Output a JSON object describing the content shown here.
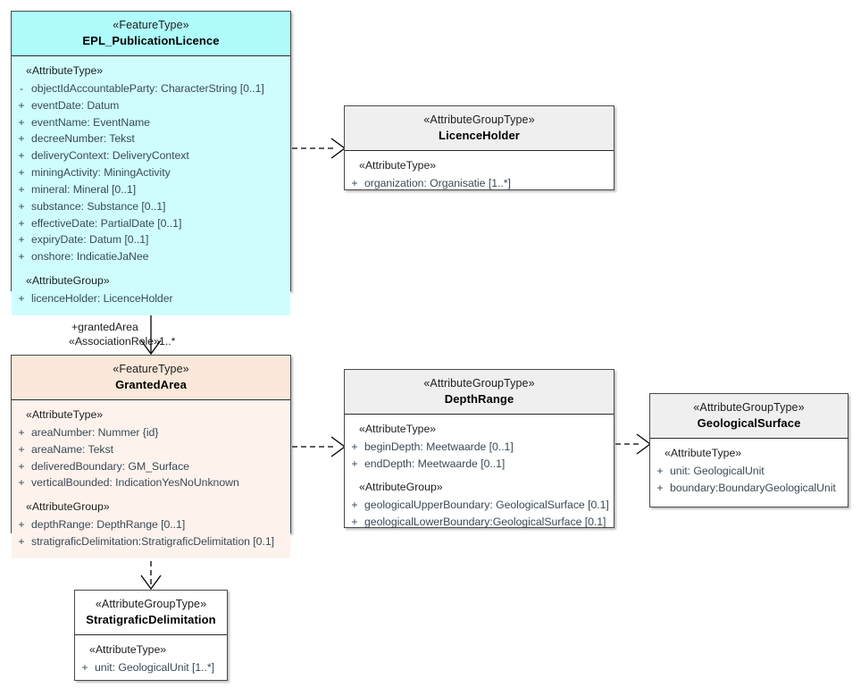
{
  "diagram": {
    "title": "EPL_PublicationLicence UML class diagram",
    "type": "uml-class-diagram",
    "colors": {
      "featuretype_licence_header": "#aefcfc",
      "featuretype_licence_body": "#cffdfd",
      "featuretype_area_header": "#fbe8da",
      "featuretype_area_body": "#fdf3ec",
      "attributegrouptype_header": "#efefef",
      "attributegrouptype_body": "#ffffff",
      "border": "#4a4a4a",
      "attribute_text": "#3a4a58"
    }
  },
  "classes": {
    "epl_publicationlicence": {
      "stereotype": "«FeatureType»",
      "name": "EPL_PublicationLicence",
      "groups": [
        {
          "label": "«AttributeType»",
          "attributes": [
            {
              "visibility": "-",
              "text": "objectIdAccountableParty: CharacterString [0..1]"
            },
            {
              "visibility": "+",
              "text": "eventDate: Datum"
            },
            {
              "visibility": "+",
              "text": "eventName: EventName"
            },
            {
              "visibility": "+",
              "text": "decreeNumber: Tekst"
            },
            {
              "visibility": "+",
              "text": "deliveryContext: DeliveryContext"
            },
            {
              "visibility": "+",
              "text": "miningActivity: MiningActivity"
            },
            {
              "visibility": "+",
              "text": "mineral: Mineral [0..1]"
            },
            {
              "visibility": "+",
              "text": "substance: Substance [0..1]"
            },
            {
              "visibility": "+",
              "text": "effectiveDate: PartialDate [0..1]"
            },
            {
              "visibility": "+",
              "text": "expiryDate: Datum [0..1]"
            },
            {
              "visibility": "+",
              "text": "onshore: IndicatieJaNee"
            }
          ]
        },
        {
          "label": "«AttributeGroup»",
          "attributes": [
            {
              "visibility": "+",
              "text": "licenceHolder: LicenceHolder"
            }
          ]
        }
      ]
    },
    "licenceholder": {
      "stereotype": "«AttributeGroupType»",
      "name": "LicenceHolder",
      "groups": [
        {
          "label": "«AttributeType»",
          "attributes": [
            {
              "visibility": "+",
              "text": "organization: Organisatie [1..*]"
            }
          ]
        }
      ]
    },
    "grantedarea": {
      "stereotype": "«FeatureType»",
      "name": "GrantedArea",
      "groups": [
        {
          "label": "«AttributeType»",
          "attributes": [
            {
              "visibility": "+",
              "text": "areaNumber: Nummer {id}"
            },
            {
              "visibility": "+",
              "text": "areaName: Tekst"
            },
            {
              "visibility": "+",
              "text": "deliveredBoundary: GM_Surface"
            },
            {
              "visibility": "+",
              "text": "verticalBounded: IndicationYesNoUnknown"
            }
          ]
        },
        {
          "label": "«AttributeGroup»",
          "attributes": [
            {
              "visibility": "+",
              "text": "depthRange: DepthRange [0..1]"
            },
            {
              "visibility": "+",
              "text": "stratigraficDelimitation:StratigraficDelimitation [0.1]"
            }
          ]
        }
      ]
    },
    "depthrange": {
      "stereotype": "«AttributeGroupType»",
      "name": "DepthRange",
      "groups": [
        {
          "label": "«AttributeType»",
          "attributes": [
            {
              "visibility": "+",
              "text": "beginDepth: Meetwaarde [0..1]"
            },
            {
              "visibility": "+",
              "text": "endDepth: Meetwaarde [0..1]"
            }
          ]
        },
        {
          "label": "«AttributeGroup»",
          "attributes": [
            {
              "visibility": "+",
              "text": "geologicalUpperBoundary: GeologicalSurface [0.1]"
            },
            {
              "visibility": "+",
              "text": "geologicalLowerBoundary:GeologicalSurface [0.1]"
            }
          ]
        }
      ]
    },
    "geologicalsurface": {
      "stereotype": "«AttributeGroupType»",
      "name": "GeologicalSurface",
      "groups": [
        {
          "label": "«AttributeType»",
          "attributes": [
            {
              "visibility": "+",
              "text": "unit: GeologicalUnit"
            },
            {
              "visibility": "+",
              "text": "boundary:BoundaryGeologicalUnit"
            }
          ]
        }
      ]
    },
    "stratigraficdelimitation": {
      "stereotype": "«AttributeGroupType»",
      "name": "StratigraficDelimitation",
      "groups": [
        {
          "label": "«AttributeType»",
          "attributes": [
            {
              "visibility": "+",
              "text": "unit: GeologicalUnit [1..*]"
            }
          ]
        }
      ]
    }
  },
  "connectors": {
    "association_licence_grantedarea": {
      "role_label": "+grantedArea",
      "stereotype_label": "«AssociationRole»",
      "multiplicity": "1..*",
      "style": "solid-open-arrow"
    },
    "dependency_licence_licenceholder": {
      "style": "dashed-open-arrow"
    },
    "dependency_grantedarea_depthrange": {
      "style": "dashed-open-arrow"
    },
    "dependency_depthrange_geologicalsurface": {
      "style": "dashed-open-arrow"
    },
    "dependency_grantedarea_stratigrafic": {
      "style": "dashed-open-arrow"
    }
  }
}
